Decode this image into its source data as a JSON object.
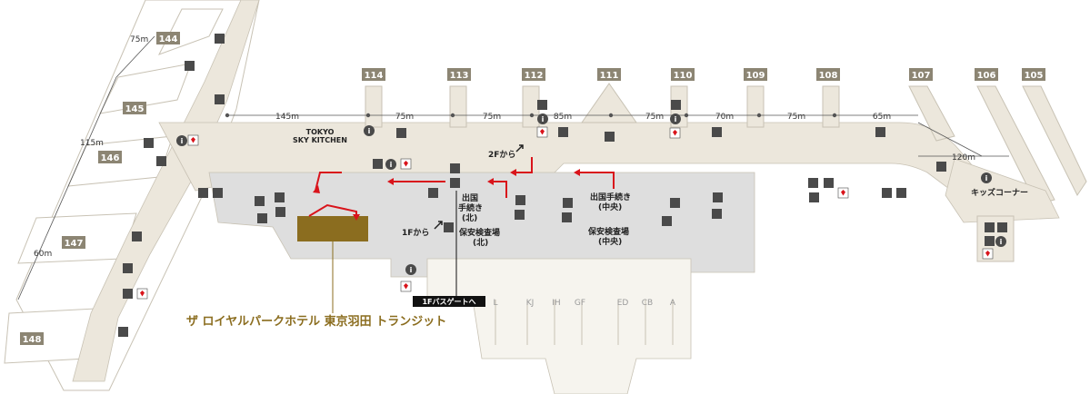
{
  "colors": {
    "concourse": "#ece7dc",
    "building": "#dedede",
    "outline": "#c8c2b4",
    "gate_badge": "#8c8573",
    "hotel_block": "#8b6d1f",
    "hotel_text": "#8b6d1f",
    "arrow": "#d9141b",
    "icon": "#4a4a4a",
    "aed": "#d9141b",
    "bus_label_bg": "#111111"
  },
  "gates": {
    "105": "105",
    "106": "106",
    "107": "107",
    "108": "108",
    "109": "109",
    "110": "110",
    "111": "111",
    "112": "112",
    "113": "113",
    "114": "114",
    "144": "144",
    "145": "145",
    "146": "146",
    "147": "147",
    "148": "148"
  },
  "distances": {
    "d75_144": "75m",
    "d115": "115m",
    "d60": "60m",
    "d145": "145m",
    "d75_a": "75m",
    "d75_b": "75m",
    "d85": "85m",
    "d75_c": "75m",
    "d70": "70m",
    "d75_d": "75m",
    "d65": "65m",
    "d120": "120m"
  },
  "labels": {
    "tokyo": "TOKYO",
    "sky_kitchen": "SKY KITCHEN",
    "from_2f": "2Fから",
    "from_1f": "1Fから",
    "departure_north_1": "出国",
    "departure_north_2": "手続き",
    "departure_north_3": "(北)",
    "security_north_1": "保安検査場",
    "security_north_2": "(北)",
    "departure_central_1": "出国手続き",
    "departure_central_2": "(中央)",
    "security_central_1": "保安検査場",
    "security_central_2": "(中央)",
    "kids_corner": "キッズコーナー",
    "bus_gate": "1Fバスゲートへ",
    "hotel": "ザ ロイヤルパークホテル 東京羽田 トランジット",
    "aed": "AED"
  },
  "lanes": {
    "L": "L",
    "KJ": "KJ",
    "IH": "IH",
    "GF": "GF",
    "ED": "ED",
    "CB": "CB",
    "A": "A"
  },
  "icons": [
    "info-icon",
    "restroom-icon",
    "accessible-toilet-icon",
    "aed-icon",
    "escalator-icon",
    "elevator-icon",
    "phone-icon",
    "stairs-icon"
  ]
}
